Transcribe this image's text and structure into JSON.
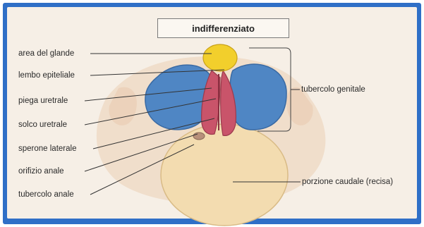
{
  "title": "indifferenziato",
  "labels_left": [
    "area del glande",
    "lembo epiteliale",
    "piega uretrale",
    "solco uretrale",
    "sperone laterale",
    "orifizio anale",
    "tubercolo anale"
  ],
  "labels_right": {
    "genital_tubercle": "tubercolo genitale",
    "caudal_portion": "porzione caudale (recisa)"
  },
  "colors": {
    "frame": "#2f6fc7",
    "background": "#f6efe6",
    "glans": "#f2cf2c",
    "swellings": "#4f86c4",
    "folds": "#c9546a",
    "caudal": "#f3dcb0"
  }
}
